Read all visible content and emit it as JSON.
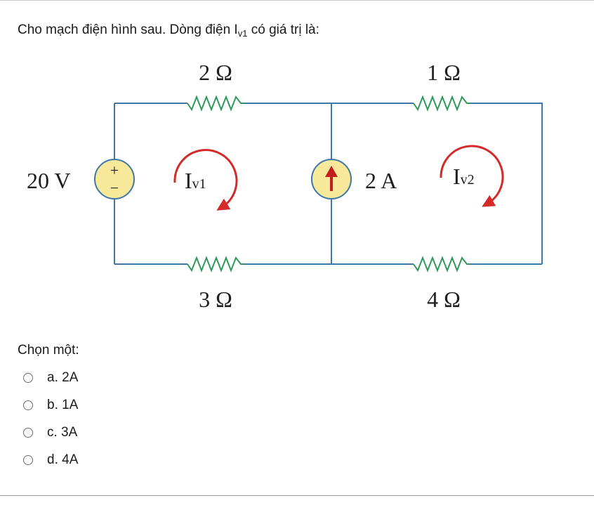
{
  "question": {
    "text_before": "Cho mạch điện hình sau. Dòng điện I",
    "subscript": "v1",
    "text_after": " có giá trị là:"
  },
  "circuit": {
    "r_top_left": "2 Ω",
    "r_top_right": "1 Ω",
    "r_bottom_left": "3 Ω",
    "r_bottom_right": "4 Ω",
    "voltage_source": "20 V",
    "plus_sign": "+",
    "minus_sign": "−",
    "current_source": "2 A",
    "loop1_main": "I",
    "loop1_sub": "v1",
    "loop2_main": "I",
    "loop2_sub": "v2",
    "colors": {
      "wire": "#3e78a8",
      "resistor": "#2e9a5a",
      "source_fill": "#f8e89a",
      "source_stroke": "#3e78a8",
      "loop_arrow": "#d42a2a"
    }
  },
  "answer": {
    "prompt": "Chọn một:",
    "options": [
      {
        "label": "a. 2A"
      },
      {
        "label": "b. 1A"
      },
      {
        "label": "c. 3A"
      },
      {
        "label": "d. 4A"
      }
    ]
  }
}
